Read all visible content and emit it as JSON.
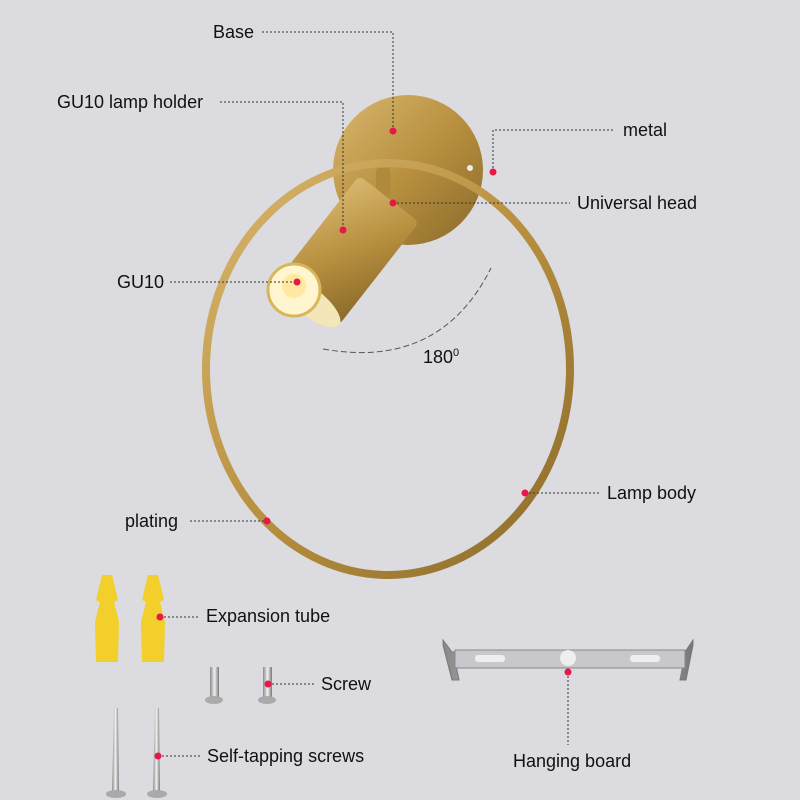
{
  "labels": {
    "base": "Base",
    "lamp_holder": "GU10 lamp holder",
    "metal": "metal",
    "universal_head": "Universal head",
    "gu10": "GU10",
    "rotation": "180",
    "rotation_unit": "0",
    "lamp_body": "Lamp body",
    "plating": "plating",
    "expansion_tube": "Expansion tube",
    "screw": "Screw",
    "self_tapping_screws": "Self-tapping screws",
    "hanging_board": "Hanging board"
  },
  "colors": {
    "background": "#dcdbe0",
    "gold": "#b8903f",
    "marker": "#e8174a",
    "anchor": "#f2cf2a"
  }
}
